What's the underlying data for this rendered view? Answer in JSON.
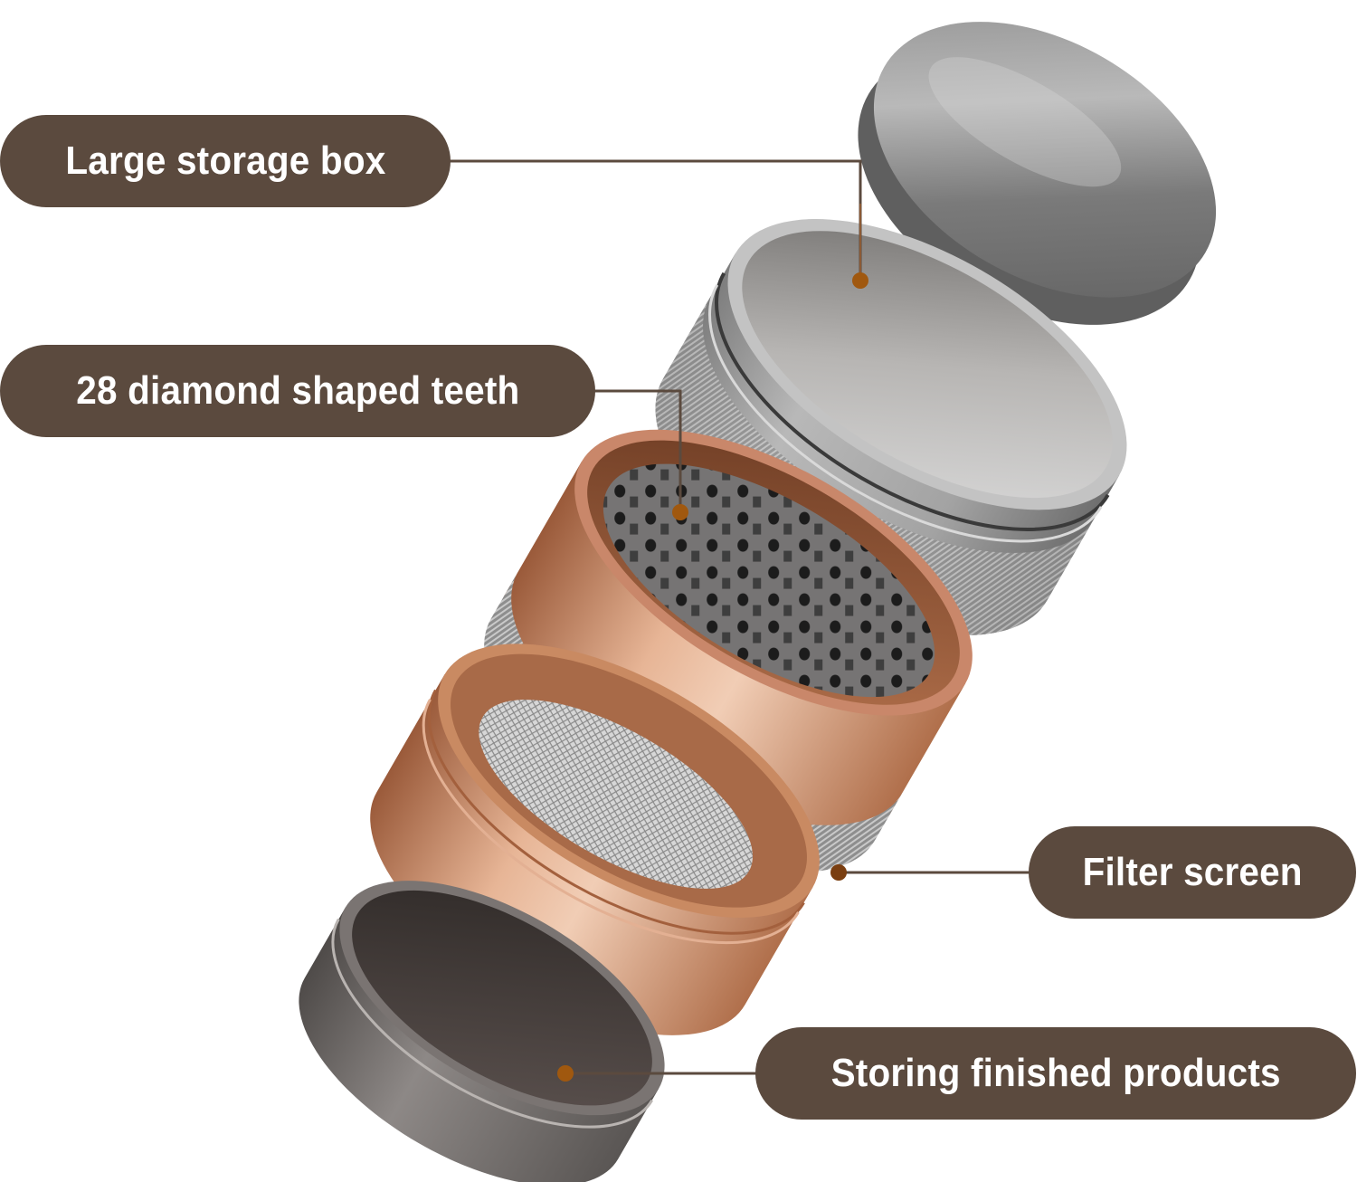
{
  "diagram": {
    "subject": "4-piece herb grinder, exploded view",
    "colors": {
      "label_background": "#5b4a3e",
      "label_text": "#ffffff",
      "leader_line": "#5b4a3e",
      "callout_dot": "#a0580f",
      "copper": "#c98a62",
      "silver": "#9a9a9a",
      "dark_gunmetal": "#6a6664"
    },
    "parts": [
      {
        "name": "lid",
        "material": "gunmetal"
      },
      {
        "name": "grinding chamber / storage box",
        "material": "silver aluminum, knurled"
      },
      {
        "name": "teeth chamber",
        "material": "copper with silver knurled ring"
      },
      {
        "name": "filter chamber",
        "material": "copper with mesh screen"
      },
      {
        "name": "bottom collection tray",
        "material": "gunmetal"
      }
    ]
  },
  "callouts": [
    {
      "id": "storage",
      "label": "Large storage box",
      "side": "left"
    },
    {
      "id": "teeth",
      "label": "28 diamond shaped teeth",
      "side": "left"
    },
    {
      "id": "filter",
      "label": "Filter screen",
      "side": "right"
    },
    {
      "id": "bottom",
      "label": "Storing finished products",
      "side": "right"
    }
  ]
}
